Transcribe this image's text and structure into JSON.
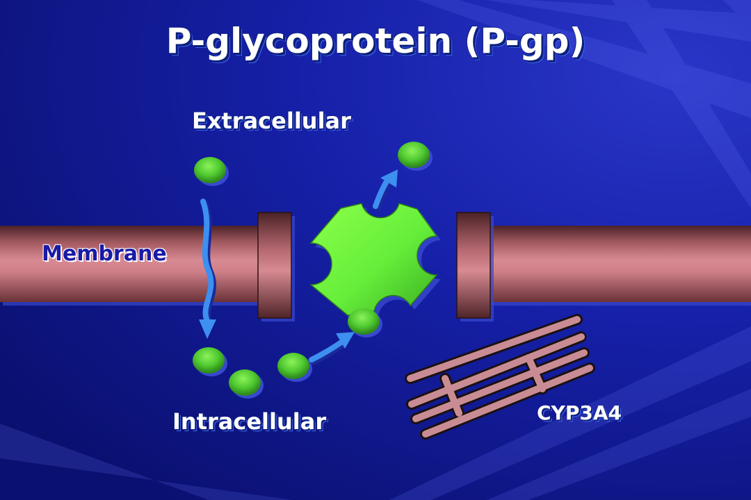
{
  "title": "P-glycoprotein (P-gp)",
  "labels": {
    "extracellular": "Extracellular",
    "membrane": "Membrane",
    "intracellular": "Intracellular",
    "cyp": "CYP3A4"
  },
  "colors": {
    "background_dark": "#07106a",
    "background_mid": "#1a24b8",
    "membrane_pink": "#c97a82",
    "membrane_dark": "#5a2e32",
    "pgp_green": "#6be83a",
    "drug_green": "#55d63a",
    "arrow_blue": "#3d8ff0"
  }
}
